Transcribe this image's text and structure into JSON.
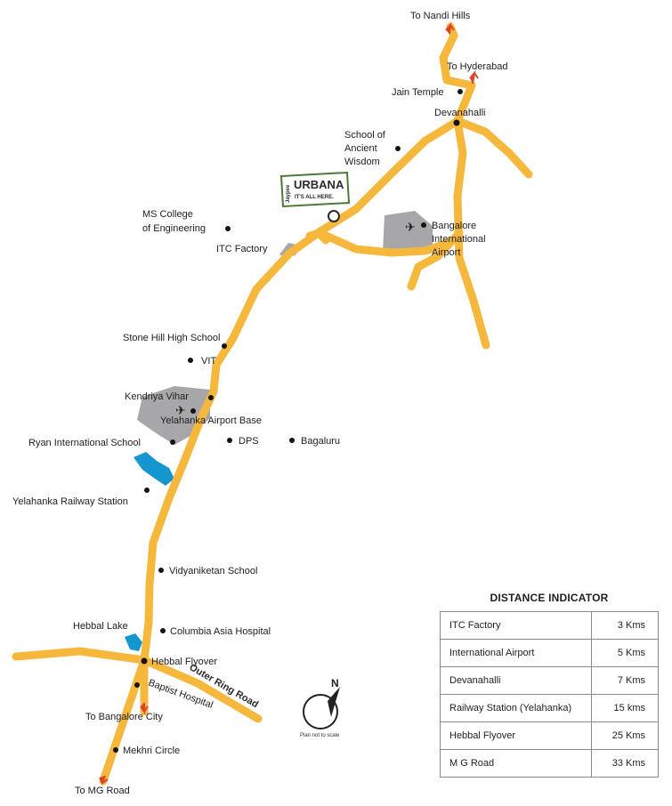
{
  "destinations": {
    "nandi_hills": "To Nandi Hills",
    "hyderabad": "To Hyderabad",
    "bangalore_city": "To Bangalore City",
    "mg_road": "To MG Road"
  },
  "roads": {
    "outer_ring_road": "Outer Ring Road"
  },
  "project": {
    "name": "URBANA",
    "tagline": "IT'S ALL HERE.",
    "developer": "Jaypee"
  },
  "landmarks": {
    "jain_temple": "Jain Temple",
    "devanahalli": "Devanahalli",
    "school_ancient_wisdom": [
      "School of",
      "Ancient",
      "Wisdom"
    ],
    "ms_college": [
      "MS College",
      "of Engineering"
    ],
    "itc_factory": "ITC Factory",
    "bangalore_airport": [
      "Bangalore",
      "International",
      "Airport"
    ],
    "stone_hill": "Stone Hill High School",
    "vit": "VIT",
    "kendriya_vihar": "Kendriya Vihar",
    "yelahanka_airport_base": "Yelahanka Airport Base",
    "ryan_school": "Ryan International School",
    "dps": "DPS",
    "bagaluru": "Bagaluru",
    "yelahanka_railway": "Yelahanka Railway Station",
    "vidyaniketan": "Vidyaniketan School",
    "hebbal_lake": "Hebbal Lake",
    "columbia_asia": "Columbia Asia Hospital",
    "hebbal_flyover": "Hebbal Flyover",
    "baptist_hospital": "Baptist Hospital",
    "mekhri_circle": "Mekhri Circle"
  },
  "compass": {
    "north": "N",
    "note": "Plan not to scale"
  },
  "distance_indicator": {
    "title": "DISTANCE INDICATOR",
    "rows": [
      {
        "place": "ITC Factory",
        "distance": "3 Kms"
      },
      {
        "place": "International Airport",
        "distance": "5 Kms"
      },
      {
        "place": "Devanahalli",
        "distance": "7 Kms"
      },
      {
        "place": "Railway Station (Yelahanka)",
        "distance": "15 kms"
      },
      {
        "place": "Hebbal Flyover",
        "distance": "25 Kms"
      },
      {
        "place": "M G Road",
        "distance": "33 Kms"
      }
    ]
  },
  "colors": {
    "road": "#f6b83c",
    "area": "#a7a7a9",
    "water": "#1696cf",
    "arrow": "#d9442a",
    "dot": "#141414"
  }
}
